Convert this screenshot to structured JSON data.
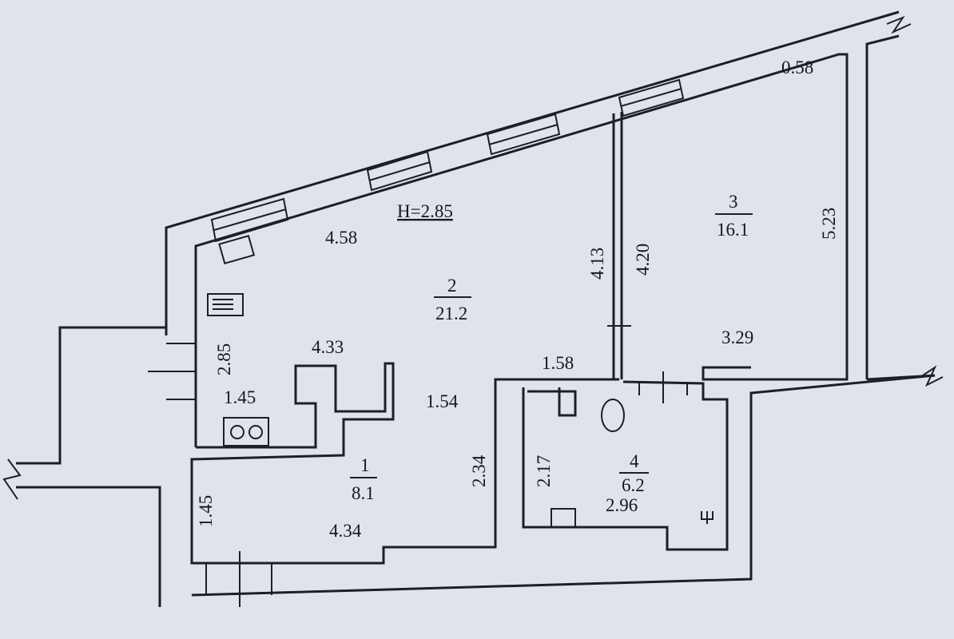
{
  "plan": {
    "ceiling_height": "H=2.85",
    "rooms": [
      {
        "number": "1",
        "area": "8.1"
      },
      {
        "number": "2",
        "area": "21.2"
      },
      {
        "number": "3",
        "area": "16.1"
      },
      {
        "number": "4",
        "area": "6.2"
      }
    ],
    "dimensions": {
      "top_wall": "4.58",
      "partition_left": "4.13",
      "partition_right": "4.20",
      "room3_right": "5.23",
      "room3_corner": "0.58",
      "room3_bottom": "3.29",
      "kitchen_height": "2.85",
      "kitchen_top": "4.33",
      "kitchen_depth": "1.45",
      "passage_width": "1.54",
      "passage_top": "1.58",
      "hall_height": "2.34",
      "room1_left": "1.45",
      "room1_bottom": "4.34",
      "room4_left": "2.17",
      "room4_bottom": "2.96"
    }
  }
}
